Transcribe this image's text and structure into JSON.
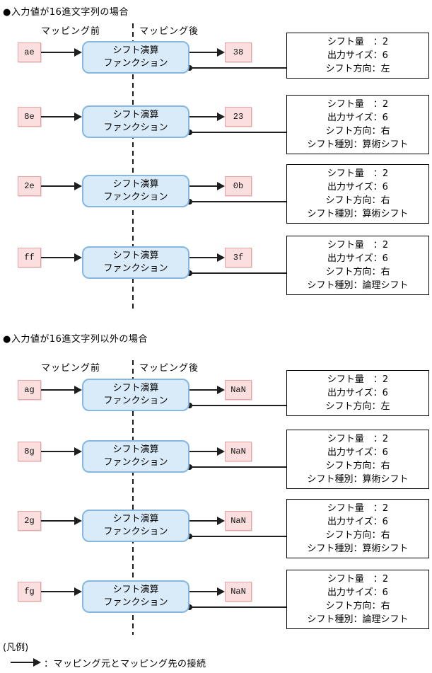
{
  "colors": {
    "function_box_fill": "#d9eaf8",
    "function_box_border": "#85b7e2",
    "value_box_fill": "#fbdede",
    "value_box_border": "#e8a4a4",
    "line_color": "#1f1f1f",
    "param_box_border": "#000000"
  },
  "function_box": {
    "line1": "シフト演算",
    "line2": "ファンクション"
  },
  "sections": [
    {
      "title": "●入力値が16進文字列の場合",
      "label_before": "マッピング前",
      "label_after": "マッピング後",
      "rows": [
        {
          "input": "ae",
          "output": "38",
          "params": [
            "シフト量　：2",
            "出力サイズ：6",
            "シフト方向：左"
          ]
        },
        {
          "input": "8e",
          "output": "23",
          "params": [
            "シフト量　：2",
            "出力サイズ：6",
            "シフト方向：右",
            "シフト種別：算術シフト"
          ]
        },
        {
          "input": "2e",
          "output": "0b",
          "params": [
            "シフト量　：2",
            "出力サイズ：6",
            "シフト方向：右",
            "シフト種別：算術シフト"
          ]
        },
        {
          "input": "ff",
          "output": "3f",
          "params": [
            "シフト量　：2",
            "出力サイズ：6",
            "シフト方向：右",
            "シフト種別：論理シフト"
          ]
        }
      ]
    },
    {
      "title": "●入力値が16進文字列以外の場合",
      "label_before": "マッピング前",
      "label_after": "マッピング後",
      "rows": [
        {
          "input": "ag",
          "output": "NaN",
          "params": [
            "シフト量　：2",
            "出力サイズ：6",
            "シフト方向：左"
          ]
        },
        {
          "input": "8g",
          "output": "NaN",
          "params": [
            "シフト量　：2",
            "出力サイズ：6",
            "シフト方向：右",
            "シフト種別：算術シフト"
          ]
        },
        {
          "input": "2g",
          "output": "NaN",
          "params": [
            "シフト量　：2",
            "出力サイズ：6",
            "シフト方向：右",
            "シフト種別：算術シフト"
          ]
        },
        {
          "input": "fg",
          "output": "NaN",
          "params": [
            "シフト量　：2",
            "出力サイズ：6",
            "シフト方向：右",
            "シフト種別：論理シフト"
          ]
        }
      ]
    }
  ],
  "legend": {
    "title": "(凡例)",
    "connection_label": "：マッピング元とマッピング先の接続"
  }
}
